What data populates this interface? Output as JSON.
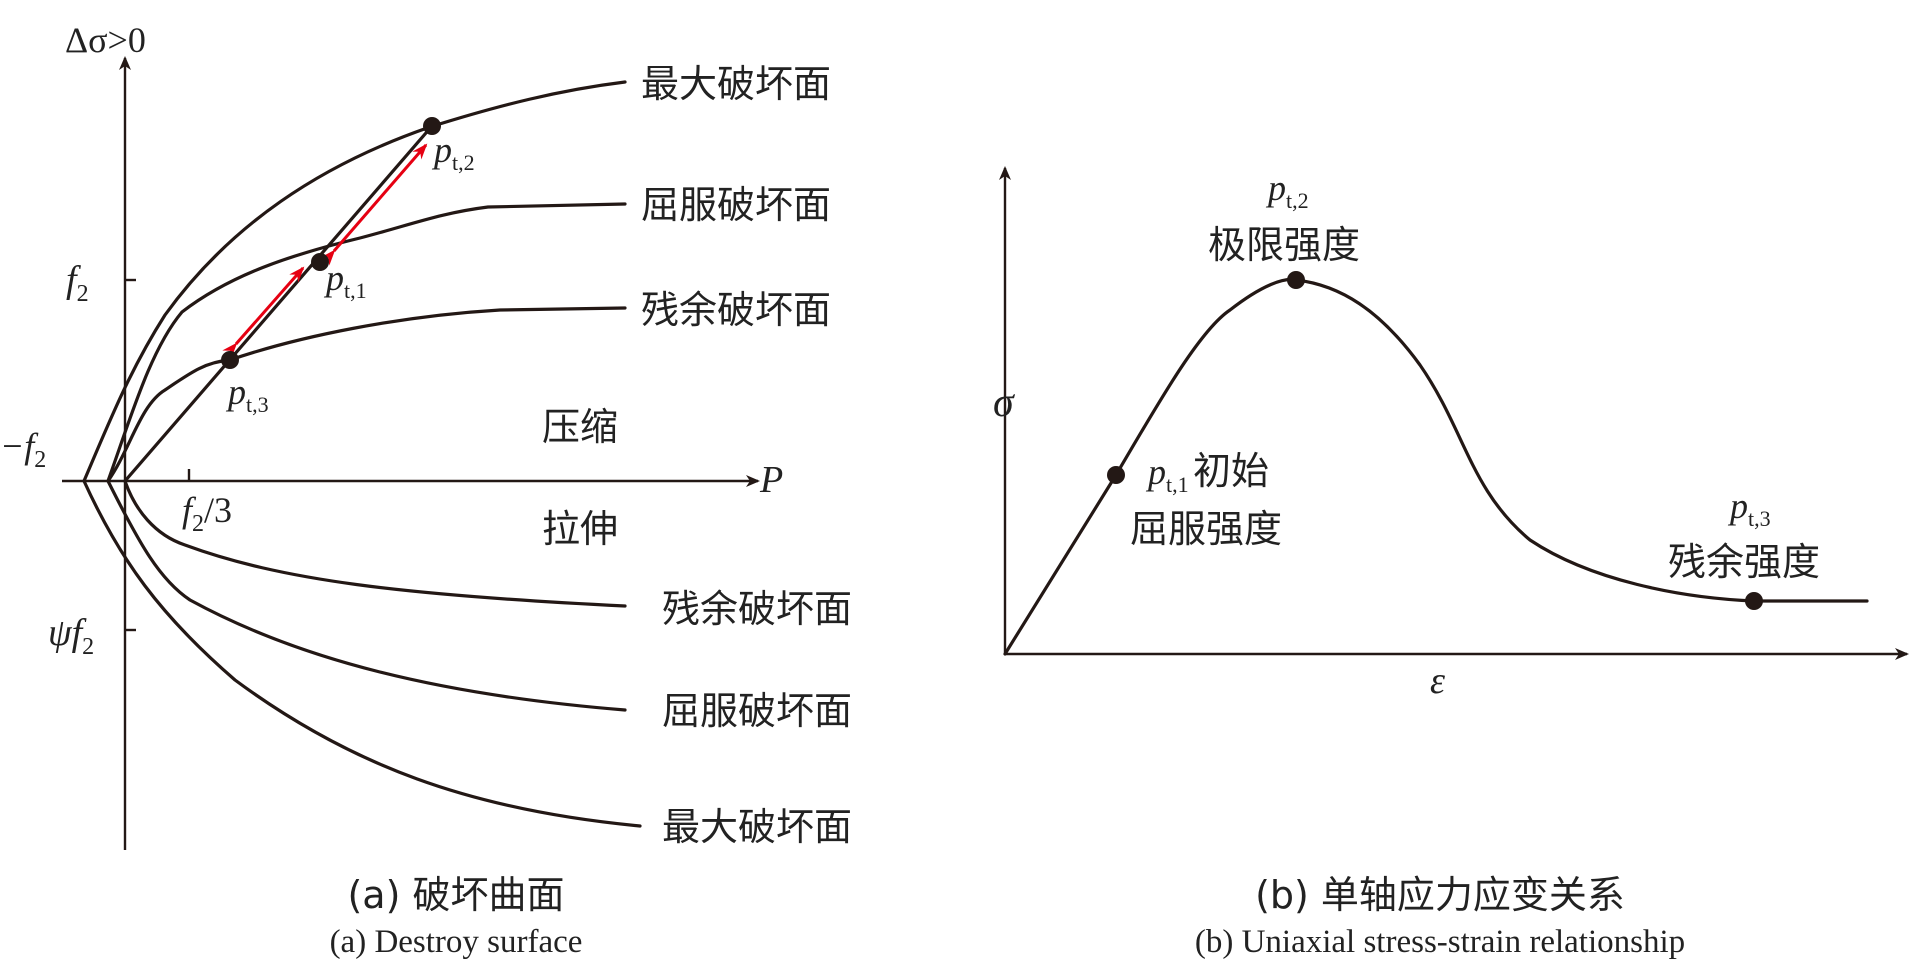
{
  "panel_a": {
    "y_axis_label": "Δσ>0",
    "x_axis_label": "P",
    "tick_f2": "f",
    "tick_f2_sub": "2",
    "tick_neg_f2": "−f",
    "tick_neg_f2_sub": "2",
    "tick_f2_3": "f",
    "tick_f2_3_sub": "2",
    "tick_f2_3_tail": "/3",
    "tick_psi_f2": "ψf",
    "tick_psi_f2_sub": "2",
    "region_compression": "压缩",
    "region_tension": "拉伸",
    "surfaces_upper": [
      "最大破坏面",
      "屈服破坏面",
      "残余破坏面"
    ],
    "surfaces_lower": [
      "残余破坏面",
      "屈服破坏面",
      "最大破坏面"
    ],
    "points": [
      {
        "p": "p",
        "sub": "t,2"
      },
      {
        "p": "p",
        "sub": "t,1"
      },
      {
        "p": "p",
        "sub": "t,3"
      }
    ],
    "caption_zh": "(a) 破坏曲面",
    "caption_en": "(a) Destroy surface"
  },
  "panel_b": {
    "y_axis_label": "σ",
    "x_axis_label": "ε",
    "points": [
      {
        "p": "p",
        "sub": "t,1",
        "label": "初始",
        "label2": "屈服强度"
      },
      {
        "p": "p",
        "sub": "t,2",
        "label": "极限强度"
      },
      {
        "p": "p",
        "sub": "t,3",
        "label": "残余强度"
      }
    ],
    "caption_zh": "(b) 单轴应力应变关系",
    "caption_en": "(b) Uniaxial stress-strain relationship"
  },
  "colors": {
    "curve": "#231815",
    "arrow": "#e60012"
  }
}
